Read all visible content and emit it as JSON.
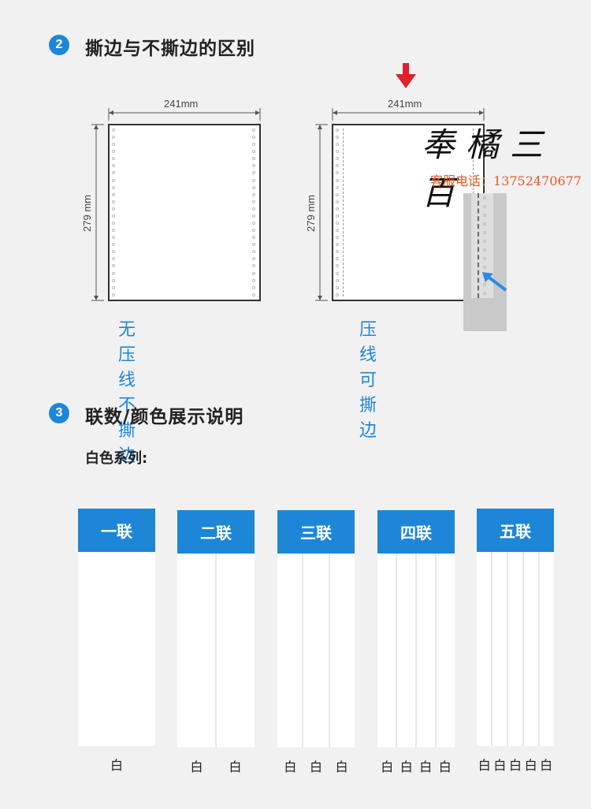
{
  "section2": {
    "badge": "2",
    "title": "撕边与不撕边的区别"
  },
  "diagram_left": {
    "width_label": "241mm",
    "height_label": "279 mm",
    "caption": "无压线不撕边"
  },
  "diagram_right": {
    "width_label": "241mm",
    "height_label": "279 mm",
    "caption": "压线可撕边"
  },
  "watermark": {
    "title": "奉橘三百",
    "phone_label": "客服电话：",
    "phone": "13752470677"
  },
  "section3": {
    "badge": "3",
    "title": "联数/颜色展示说明"
  },
  "subtitle": "白色系列:",
  "cards": [
    {
      "title": "一联",
      "labels": [
        "白"
      ]
    },
    {
      "title": "二联",
      "labels": [
        "白",
        "白"
      ]
    },
    {
      "title": "三联",
      "labels": [
        "白",
        "白",
        "白"
      ]
    },
    {
      "title": "四联",
      "labels": [
        "白",
        "白",
        "白",
        "白"
      ]
    },
    {
      "title": "五联",
      "labels": [
        "白",
        "白",
        "白",
        "白",
        "白"
      ]
    }
  ],
  "colors": {
    "accent": "#1e86d6",
    "arrow_red": "#e0202a"
  }
}
